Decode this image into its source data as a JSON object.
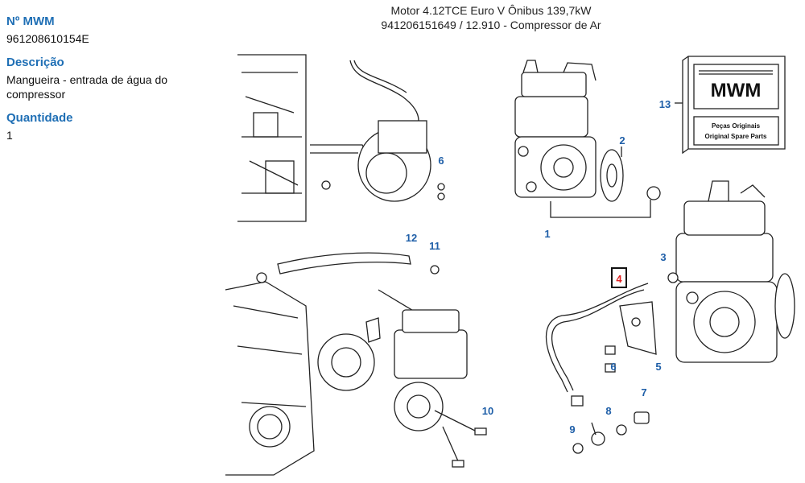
{
  "details": {
    "part_number_label": "Nº MWM",
    "part_number": "961208610154E",
    "description_label": "Descrição",
    "description": "Mangueira - entrada de água do compressor",
    "quantity_label": "Quantidade",
    "quantity": "1"
  },
  "header": {
    "line1": "Motor 4.12TCE Euro V Ônibus 139,7kW",
    "line2": "941206151649  /  12.910 - Compressor de Ar"
  },
  "diagram": {
    "callouts": [
      "1",
      "2",
      "3",
      "4",
      "5",
      "6",
      "6",
      "7",
      "8",
      "9",
      "10",
      "11",
      "12",
      "13"
    ],
    "highlighted": "4",
    "kit_box": {
      "logo": "MWM",
      "line1": "Peças Originais",
      "line2": "Original Spare Parts"
    }
  },
  "colors": {
    "label": "#1f6fb5",
    "callout": "#1f5fa8",
    "highlight": "#e02020"
  }
}
